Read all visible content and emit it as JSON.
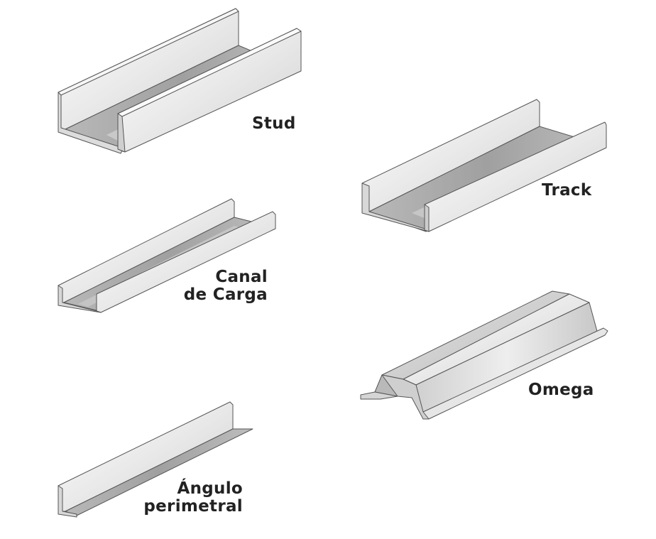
{
  "profiles": {
    "stud": {
      "label": "Stud"
    },
    "track": {
      "label": "Track"
    },
    "canal_de_carga": {
      "label_line1": "Canal",
      "label_line2": "de Carga"
    },
    "omega": {
      "label": "Omega"
    },
    "angulo_perimetral": {
      "label_line1": "Ángulo",
      "label_line2": "perimetral"
    }
  },
  "colors": {
    "background": "#ffffff",
    "steel_light": "#f2f2f2",
    "steel_mid": "#d6d6d6",
    "steel_dark": "#a9a9a9",
    "outline": "#555555",
    "label": "#222222"
  }
}
